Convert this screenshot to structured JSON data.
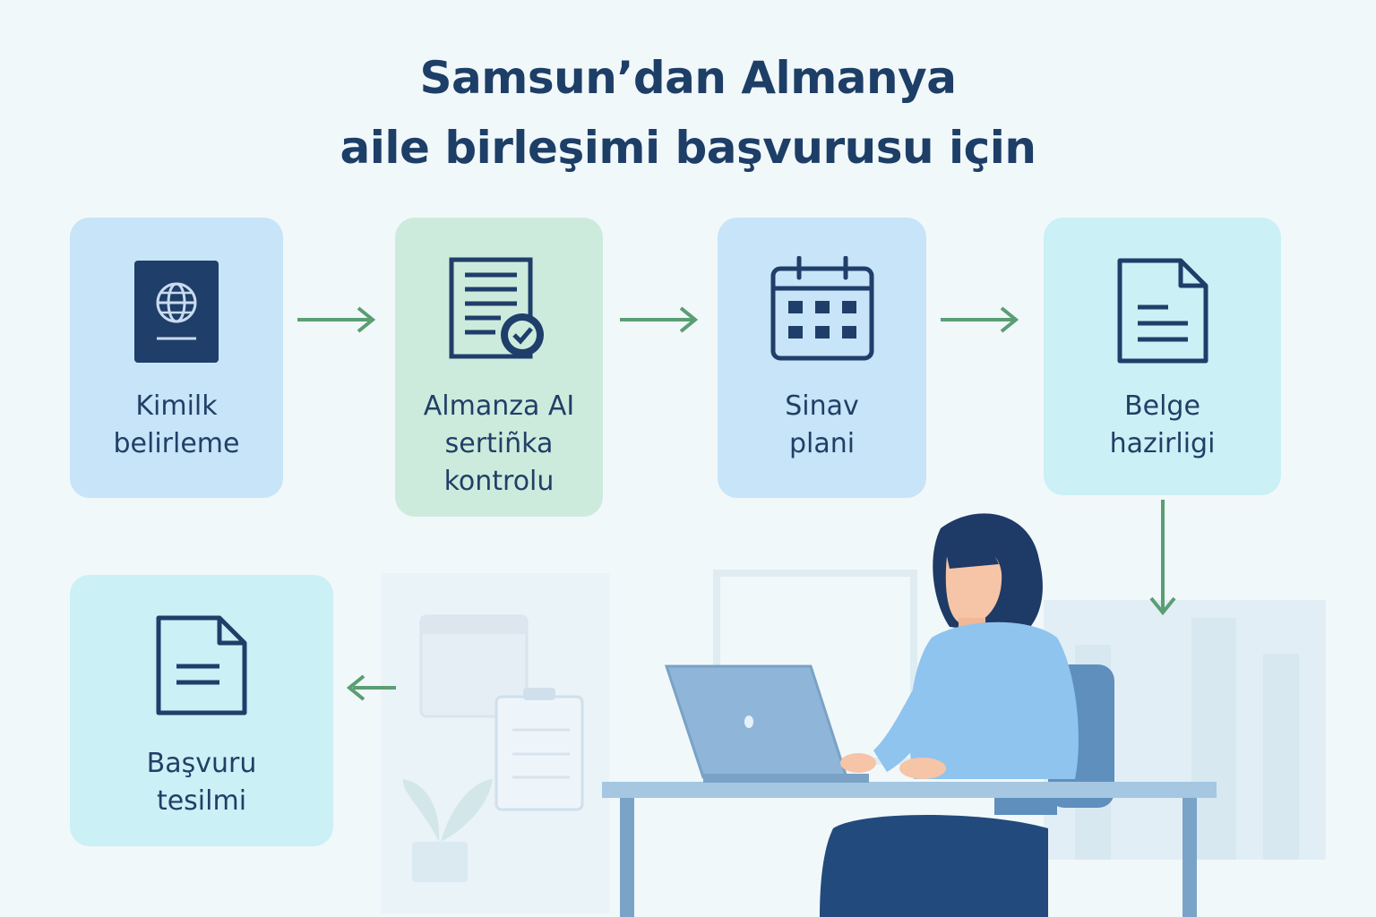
{
  "title": {
    "line1": "Samsun’dan Almanya",
    "line2": "aile birleşimi başvurusu için"
  },
  "colors": {
    "blue_box": "#c7e4f8",
    "green_box": "#cdebdd",
    "cyan_box": "#cbf0f6",
    "arrow": "#5a9e73",
    "ink": "#1f3d63"
  },
  "steps": [
    {
      "icon": "passport-icon",
      "lines": [
        "Kimilk",
        "belirleme"
      ]
    },
    {
      "icon": "certificate-check-icon",
      "lines": [
        "Almanza AI",
        "sertiñka",
        "kontrolu"
      ]
    },
    {
      "icon": "calendar-icon",
      "lines": [
        "Sinav",
        "plani"
      ]
    },
    {
      "icon": "document-icon",
      "lines": [
        "Belge",
        "hazirligi"
      ]
    },
    {
      "icon": "document-icon",
      "lines": [
        "Başvuru",
        "tesilmi"
      ]
    }
  ]
}
